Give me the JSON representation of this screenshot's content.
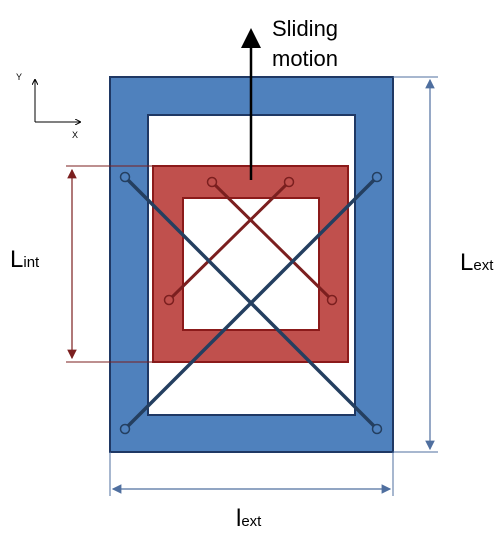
{
  "axes": {
    "y_label": "Y",
    "x_label": "X"
  },
  "motion_label": {
    "line1": "Sliding",
    "line2": "motion"
  },
  "dimensions": {
    "L_int": {
      "main": "L",
      "sub": "int"
    },
    "L_ext": {
      "main": "L",
      "sub": "ext"
    },
    "l_ext": {
      "main": "l",
      "sub": "ext"
    }
  },
  "colors": {
    "outer_frame": "#4f81bd",
    "outer_frame_stroke": "#1f3864",
    "inner_frame": "#c0504d",
    "inner_frame_stroke": "#8b1a1a",
    "outer_rods": "#243f60",
    "inner_rods": "#7b1f1f",
    "inner_dimension": "#7b1f1f",
    "outer_dimension": "#4f6f9f"
  }
}
